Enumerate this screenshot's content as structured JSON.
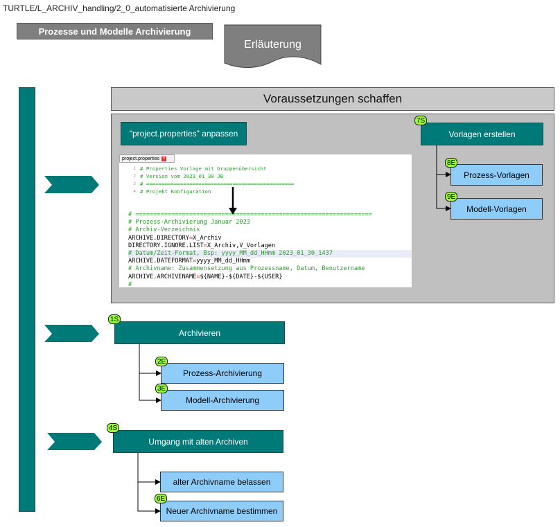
{
  "breadcrumb": "TURTLE/L_ARCHIV_handling/2_0_automatisierte Archivierung",
  "title": "Prozesse und Modelle Archivierung",
  "document_label": "Erläuterung",
  "colors": {
    "teal": "#007a78",
    "light_blue": "#8ecdf9",
    "badge": "#99ff33",
    "panel_gray": "#c0c0c0"
  },
  "section_header": "Voraussetzungen schaffen",
  "properties_box": "\"project.properties\" anpassen",
  "vorlagen": {
    "main": {
      "badge": "7S",
      "label": "Vorlagen erstellen"
    },
    "children": [
      {
        "badge": "8E",
        "label": "Prozess-Vorlagen"
      },
      {
        "badge": "9E",
        "label": "Modell-Vorlagen"
      }
    ]
  },
  "code_snippet": {
    "tab": "project.properties",
    "close": "x",
    "header_lines": [
      {
        "num": "1",
        "text": "  # Properties Vorlage mit Gruppenübersicht"
      },
      {
        "num": "2",
        "text": "  # Version vom 2023_01_30 JB"
      },
      {
        "num": "3",
        "text": "  # ================================================"
      },
      {
        "num": "4",
        "text": "  # Projekt Konfiguration"
      }
    ],
    "lines": [
      {
        "type": "comment",
        "text": "# =================================================================="
      },
      {
        "type": "comment",
        "text": "# Prozess-Archivierung Januar 2023"
      },
      {
        "type": "comment",
        "text": "# Archiv-Verzeichnis"
      },
      {
        "type": "kv",
        "key": "ARCHIVE.DIRECTORY",
        "value": "X_Archiv"
      },
      {
        "type": "kv",
        "key": "DIRECTORY.IGNORE.LIST",
        "value": "X_Archiv,V_Vorlagen"
      },
      {
        "type": "comment",
        "text": "# Datum/Zeit-Format, Bsp: yyyy_MM_dd_HHmm 2023_01_30_1437"
      },
      {
        "type": "kv",
        "key": "ARCHIVE.DATEFORMAT",
        "value": "yyyy_MM_dd_HHmm"
      },
      {
        "type": "comment",
        "text": "# Archivname: Zusammensetzung aus Prozessname, Datum, Benutzername"
      },
      {
        "type": "kv",
        "key": "ARCHIVE.ARCHIVENAME",
        "value": "${NAME}-${DATE}-${USER}"
      },
      {
        "type": "comment",
        "text": "#"
      }
    ]
  },
  "archivieren": {
    "main": {
      "badge": "1S",
      "label": "Archivieren"
    },
    "children": [
      {
        "badge": "2E",
        "label": "Prozess-Archivierung"
      },
      {
        "badge": "3E",
        "label": "Modell-Archivierung"
      }
    ]
  },
  "umgang": {
    "main": {
      "badge": "4S",
      "label": "Umgang mit alten Archiven"
    },
    "children": [
      {
        "badge": "",
        "label": "alter Archivname belassen"
      },
      {
        "badge": "6E",
        "label": "Neuer Archivname bestimmen"
      }
    ]
  }
}
